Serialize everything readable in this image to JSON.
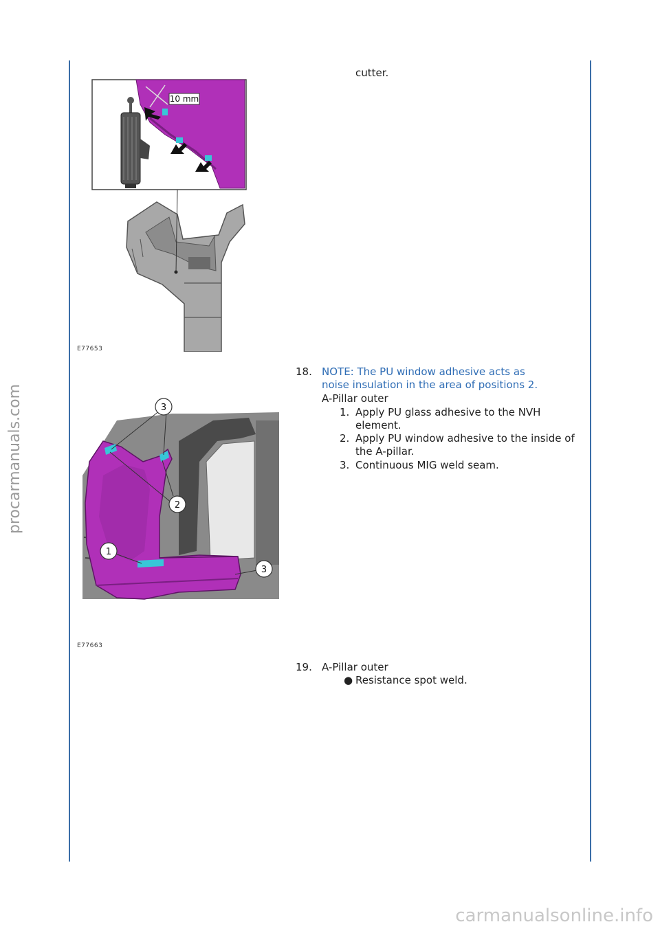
{
  "watermarks": {
    "side": "procarmanuals.com",
    "bottom": "carmanualsonline.info"
  },
  "continuation": "cutter.",
  "figures": [
    {
      "code": "E77653",
      "callout_text": "10 mm"
    },
    {
      "code": "E77663",
      "callouts": [
        "3",
        "2",
        "1",
        "3"
      ]
    }
  ],
  "steps": [
    {
      "number": "18.",
      "note_line1": "NOTE: The PU window adhesive acts as",
      "note_line2": "noise insulation in the area of positions 2.",
      "title": "A-Pillar outer",
      "items": [
        {
          "num": "1.",
          "line1": "Apply PU glass adhesive to the NVH",
          "line2": "element."
        },
        {
          "num": "2.",
          "line1": "Apply PU window adhesive to the inside of",
          "line2": "the A-pillar."
        },
        {
          "num": "3.",
          "line1": "Continuous MIG weld seam.",
          "line2": ""
        }
      ]
    },
    {
      "number": "19.",
      "title": "A-Pillar outer",
      "bullet": "Resistance spot weld."
    }
  ],
  "colors": {
    "rule": "#3a6ea8",
    "note": "#2f6db5",
    "panel": "#b030b8",
    "seam": "#38c6d8"
  }
}
